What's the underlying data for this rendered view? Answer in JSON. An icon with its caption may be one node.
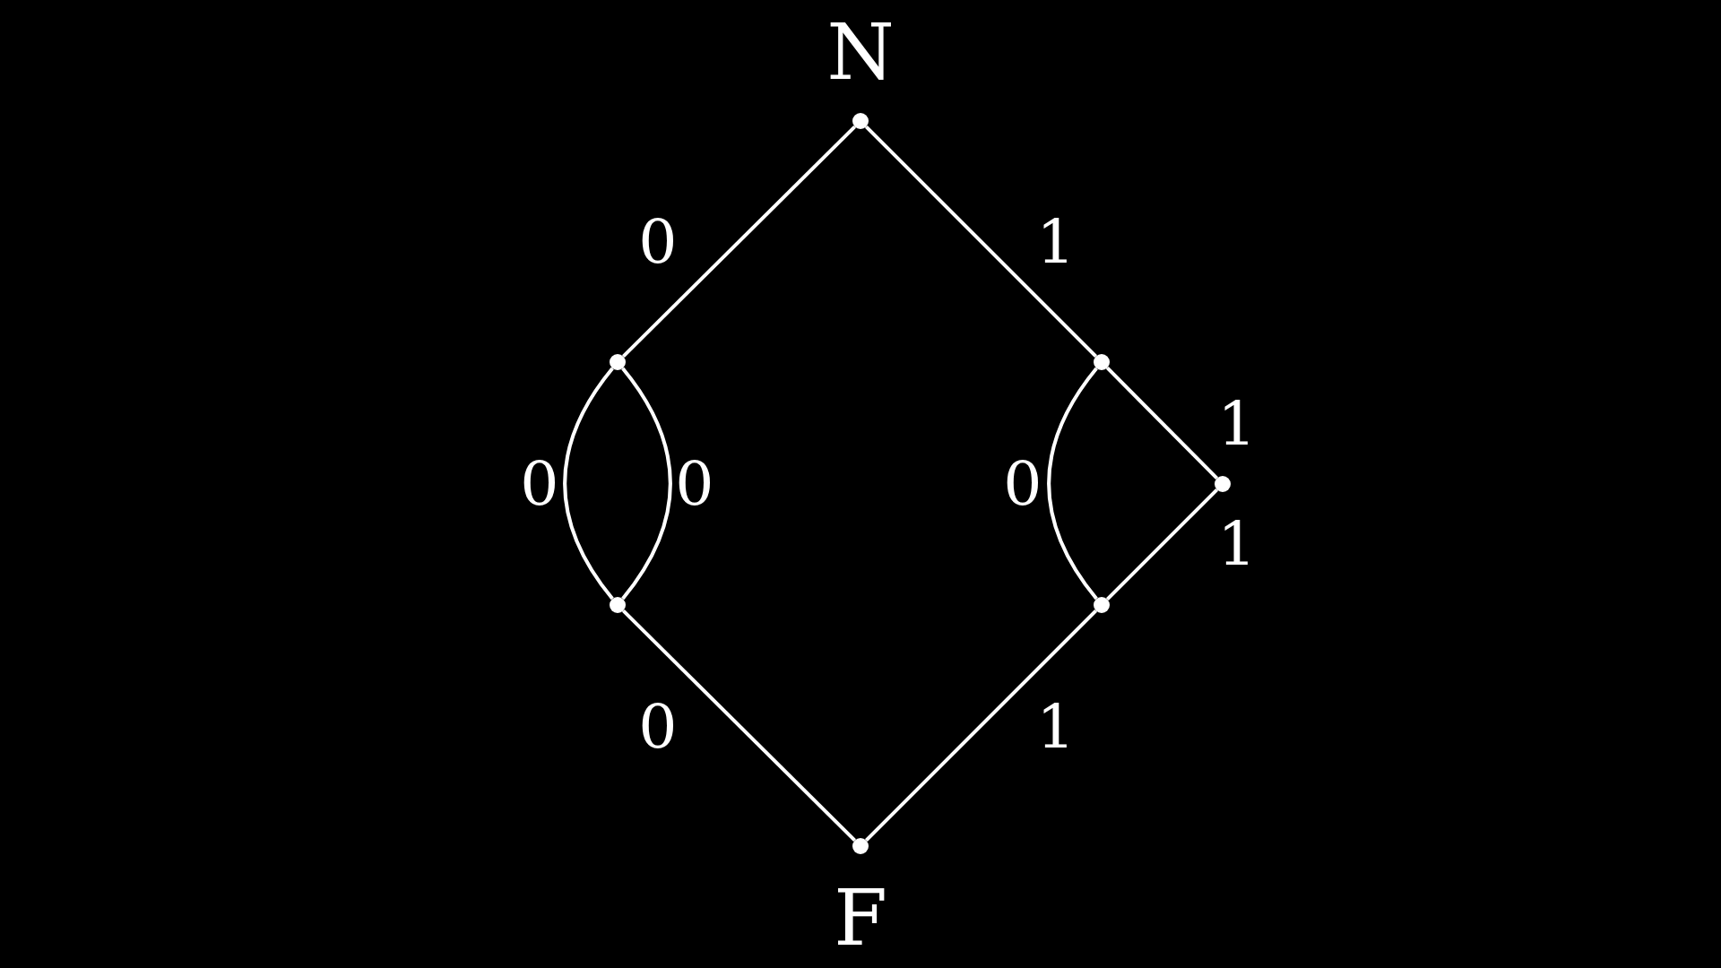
{
  "diagram": {
    "nodes": [
      {
        "text": [],
        "shape": "circle",
        "beside": [
          "N"
        ]
      },
      {
        "text": [],
        "shape": "circle"
      },
      {
        "text": [],
        "shape": "circle"
      },
      {
        "text": [],
        "shape": "circle"
      },
      {
        "text": [],
        "shape": "circle"
      },
      {
        "text": [],
        "shape": "circle"
      },
      {
        "text": [],
        "shape": "circle",
        "beside": [
          "F"
        ]
      }
    ],
    "edges": [
      {
        "from": 0,
        "to": 1,
        "arrow": "none",
        "label": "0"
      },
      {
        "from": 0,
        "to": 3,
        "arrow": "none",
        "label": "1"
      },
      {
        "from": 1,
        "to": 2,
        "arrow": "none",
        "label": "0"
      },
      {
        "from": 1,
        "to": 2,
        "arrow": "none",
        "label": "0"
      },
      {
        "from": 3,
        "to": 4,
        "arrow": "none",
        "label": "0"
      },
      {
        "from": 3,
        "to": 5,
        "arrow": "none",
        "label": "1"
      },
      {
        "from": 5,
        "to": 4,
        "arrow": "none",
        "label": "1"
      },
      {
        "from": 2,
        "to": 6,
        "arrow": "none",
        "label": "0"
      },
      {
        "from": 4,
        "to": 6,
        "arrow": "none",
        "label": "1"
      }
    ]
  }
}
